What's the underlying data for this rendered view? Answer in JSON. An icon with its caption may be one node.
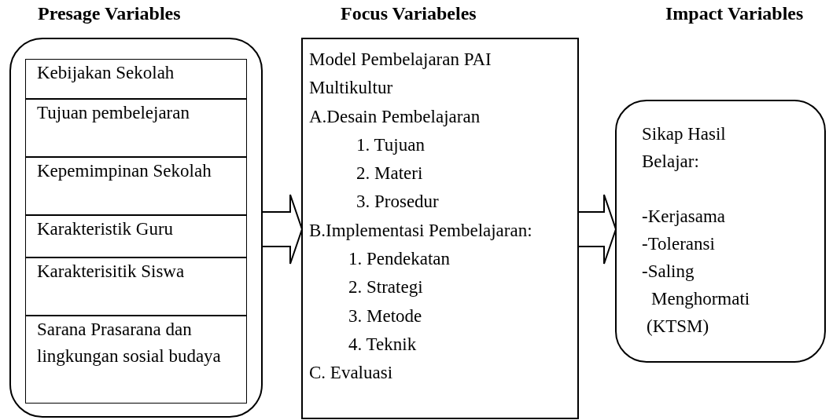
{
  "diagram": {
    "nodes": [
      {
        "text": [
          "Presage Variables"
        ]
      },
      {
        "text": [
          "Kebijakan Sekolah"
        ],
        "in": 0
      },
      {
        "text": [
          "Tujuan pembelejaran"
        ],
        "in": 0
      },
      {
        "text": [
          "Kepemimpinan Sekolah"
        ],
        "in": 0
      },
      {
        "text": [
          "Karakteristik Guru"
        ],
        "in": 0
      },
      {
        "text": [
          "Karakterisitik Siswa"
        ],
        "in": 0
      },
      {
        "text": [
          "Sarana Prasarana dan lingkungan sosial budaya"
        ],
        "in": 0
      },
      {
        "text": [
          "Focus Variabeles",
          "Model Pembelajaran PAI Multikultur",
          "A.Desain Pembelajaran",
          "1. Tujuan",
          "2. Materi",
          "3. Prosedur",
          "B.Implementasi Pembelajaran:",
          "1. Pendekatan",
          "2. Strategi",
          "3. Metode",
          "4. Teknik",
          "C. Evaluasi"
        ]
      },
      {
        "text": [
          "Impact Variables",
          "Sikap Hasil Belajar:",
          "-Kerjasama",
          "-Toleransi",
          "-Saling Menghormati",
          "(KTSM)"
        ]
      }
    ],
    "edges": [
      {
        "from": 0,
        "to": 7,
        "arrow": "to"
      },
      {
        "from": 7,
        "to": 8,
        "arrow": "to"
      }
    ]
  }
}
